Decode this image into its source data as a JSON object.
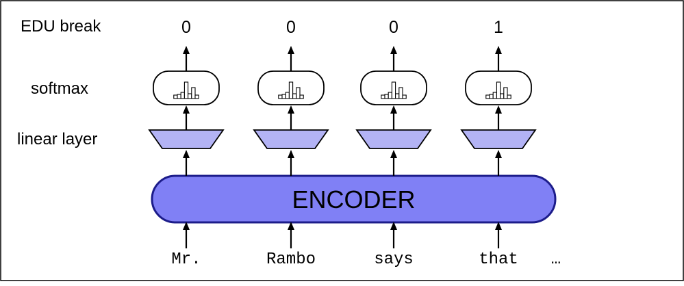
{
  "labels": {
    "edu_break": "EDU break",
    "softmax": "softmax",
    "linear_layer": "linear layer"
  },
  "encoder": {
    "label": "ENCODER",
    "fill_color": "#8080f5",
    "stroke_color": "#1c1c8a"
  },
  "linear_fill_color": "#b3b3f5",
  "columns": [
    {
      "token": "Mr.",
      "edu_break": "0"
    },
    {
      "token": "Rambo",
      "edu_break": "0"
    },
    {
      "token": "says",
      "edu_break": "0"
    },
    {
      "token": "that",
      "edu_break": "1"
    }
  ],
  "ellipsis": "…"
}
